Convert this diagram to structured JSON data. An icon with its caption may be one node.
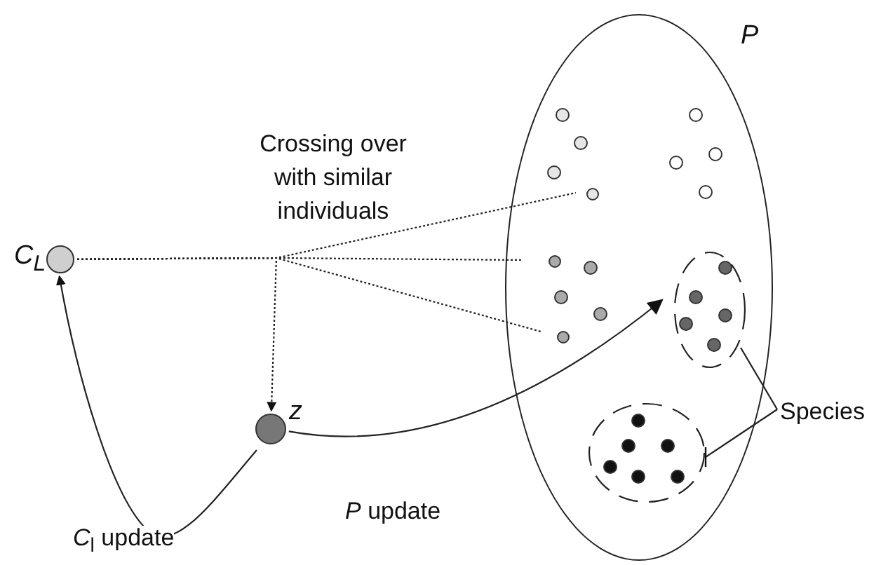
{
  "diagram": {
    "nodes": [
      {
        "text": [
          "P"
        ]
      },
      {
        "text": [],
        "shape": "circle",
        "in": 0
      },
      {
        "text": [],
        "shape": "circle",
        "beside": [
          "C$_{L}$"
        ]
      },
      {
        "text": [],
        "shape": "circle",
        "in": 0
      },
      {
        "text": [],
        "shape": "circle",
        "in": 0
      },
      {
        "text": [],
        "shape": "circle",
        "in": 0
      },
      {
        "text": [],
        "shape": "circle",
        "beside": [
          "z"
        ]
      },
      {
        "text": [
          "Species"
        ]
      },
      {
        "text": [],
        "shape": "circle",
        "in": 0
      }
    ],
    "edges": [
      {
        "from": 2,
        "to": 1,
        "arrow": "none",
        "style": "dashed"
      },
      {
        "from": 2,
        "to": 3,
        "arrow": "none",
        "style": "dashed"
      },
      {
        "from": 2,
        "to": 5,
        "arrow": "none",
        "style": "dashed"
      },
      {
        "from": 2,
        "to": 6,
        "arrow": "to",
        "style": "dashed"
      },
      {
        "from": 6,
        "to": 4,
        "arrow": "to",
        "label": "*P* update"
      },
      {
        "from": 6,
        "to": 2,
        "arrow": "to",
        "label": "*C*$_{l}$ update"
      },
      {
        "from": 7,
        "to": 4,
        "arrow": "none"
      },
      {
        "from": 7,
        "to": 8,
        "arrow": "other"
      }
    ],
    "labels": [
      "Crossing over with similar individuals"
    ]
  }
}
